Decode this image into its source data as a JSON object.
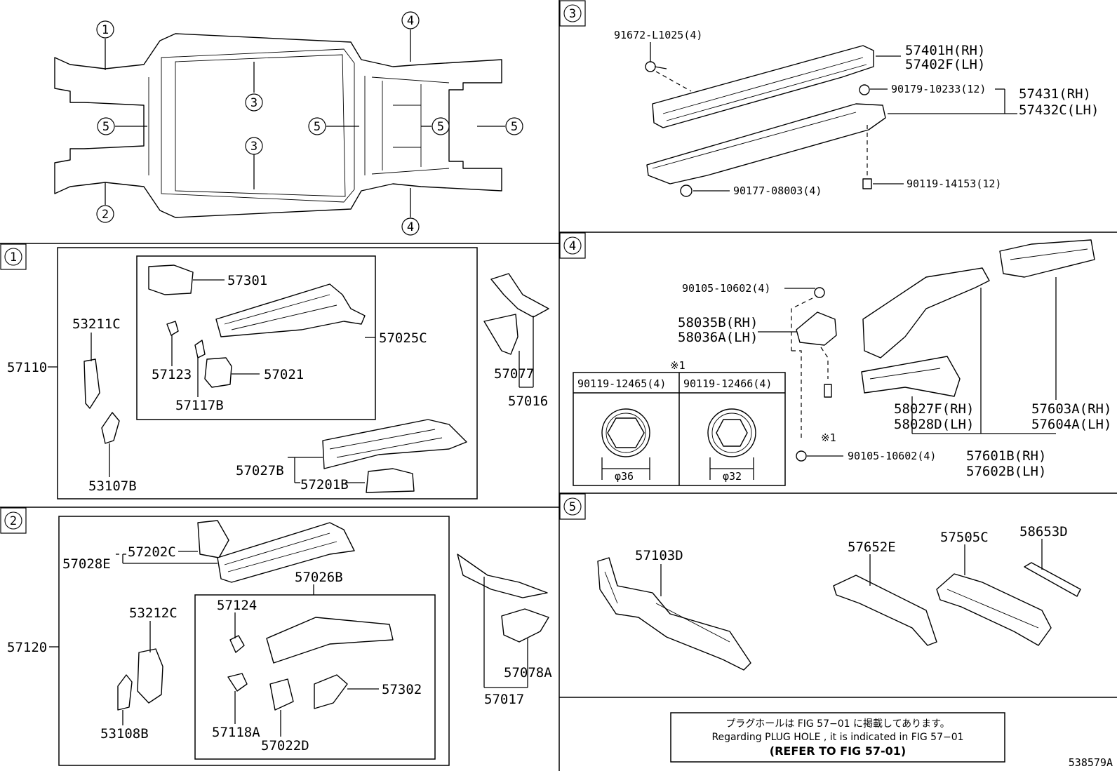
{
  "overview": {
    "callouts": {
      "c1": "1",
      "c2": "2",
      "c3a": "3",
      "c3b": "3",
      "c4a": "4",
      "c4b": "4",
      "c5a": "5",
      "c5b": "5",
      "c5c": "5",
      "c5d": "5"
    }
  },
  "sections": {
    "s1": {
      "tag": "1"
    },
    "s2": {
      "tag": "2"
    },
    "s3": {
      "tag": "3"
    },
    "s4": {
      "tag": "4"
    },
    "s5": {
      "tag": "5"
    }
  },
  "section1": {
    "assembly": "57110",
    "p53211": "53211C",
    "p53107": "53107B",
    "p57301": "57301",
    "p57025": "57025C",
    "p57123": "57123",
    "p57021": "57021",
    "p57117": "57117B",
    "p57027": "57027B",
    "p57201": "57201B",
    "p57077": "57077",
    "p57016": "57016"
  },
  "section2": {
    "assembly": "57120",
    "p57028": "57028E",
    "p57202": "57202C",
    "p57026": "57026B",
    "p53212": "53212C",
    "p53108": "53108B",
    "p57124": "57124",
    "p57118": "57118A",
    "p57022": "57022D",
    "p57302": "57302",
    "p57078": "57078A",
    "p57017": "57017"
  },
  "section3": {
    "p91672": "91672-L1025(4)",
    "p57401": "57401H(RH)",
    "p57402": "57402F(LH)",
    "p90179": "90179-10233(12)",
    "p57431": "57431(RH)",
    "p57432": "57432C(LH)",
    "p90177": "90177-08003(4)",
    "p90119": "90119-14153(12)"
  },
  "section4": {
    "p90105a": "90105-10602(4)",
    "p58035": "58035B(RH)",
    "p58036": "58036A(LH)",
    "mark1": "※1",
    "mark2": "※1",
    "table_h1": "90119-12465(4)",
    "table_h2": "90119-12466(4)",
    "dia1": "φ36",
    "dia2": "φ32",
    "p90105b": "90105-10602(4)",
    "p58027": "58027F(RH)",
    "p58028": "58028D(LH)",
    "p57603": "57603A(RH)",
    "p57604": "57604A(LH)",
    "p57601": "57601B(RH)",
    "p57602": "57602B(LH)"
  },
  "section5": {
    "p57103": "57103D",
    "p57652": "57652E",
    "p57505": "57505C",
    "p58653": "58653D"
  },
  "note": {
    "jp": "プラグホールは FIG 57−01 に掲載してあります。",
    "en": "Regarding  PLUG  HOLE , it is indicated in FIG  57−01",
    "ref": "(REFER TO FIG 57-01)"
  },
  "figure_id": "538579A"
}
